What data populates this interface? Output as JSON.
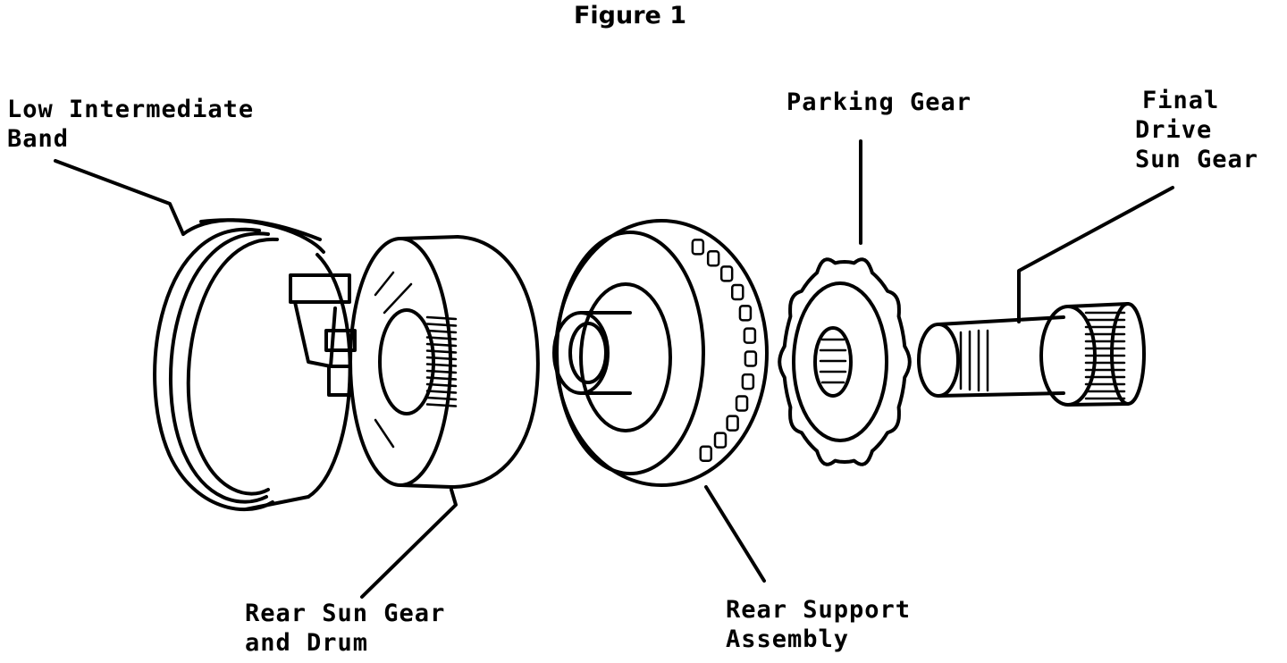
{
  "figure": {
    "title": "Figure 1"
  },
  "labels": {
    "low_intermediate_band": {
      "line1": "Low Intermediate",
      "line2": "Band"
    },
    "parking_gear": {
      "line1": "Parking Gear"
    },
    "final_drive_sun_gear": {
      "line1": "Final",
      "line2": "Drive",
      "line3": "Sun Gear"
    },
    "rear_sun_gear_drum": {
      "line1": "Rear Sun Gear",
      "line2": "and Drum"
    },
    "rear_support_assembly": {
      "line1": "Rear Support",
      "line2": "Assembly"
    }
  }
}
